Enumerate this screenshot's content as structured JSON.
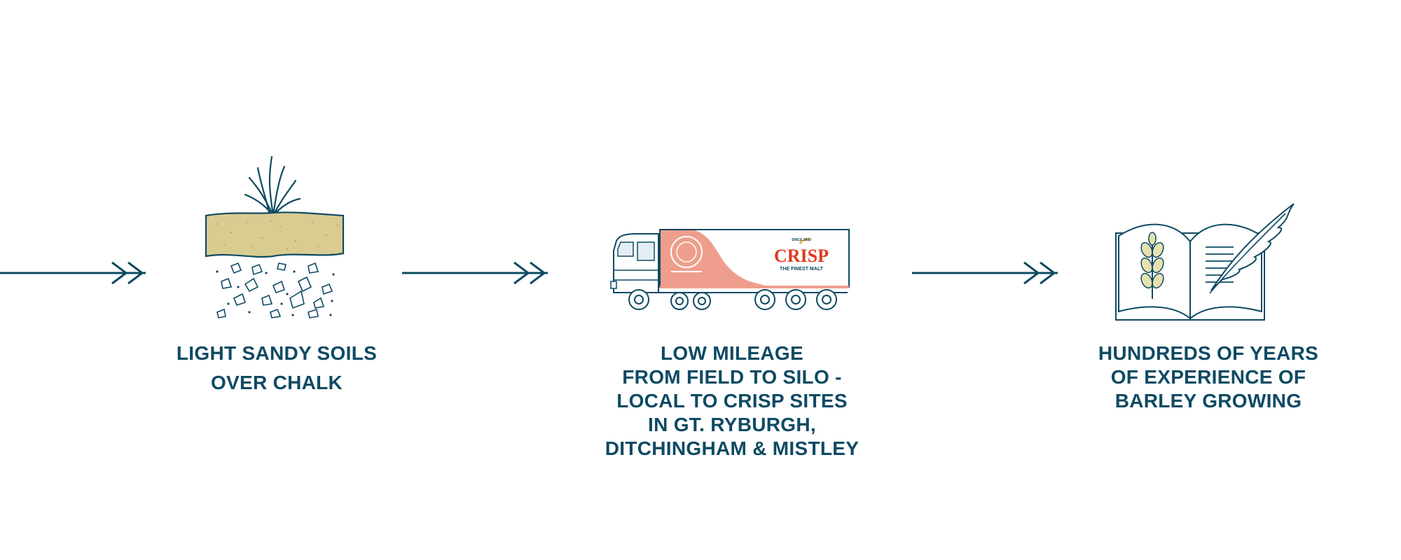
{
  "colors": {
    "navy": "#0e4a63",
    "sand": "#d9cc91",
    "salmon": "#ef9e8d",
    "crisp_red": "#e03a1e",
    "gold": "#e2b93b",
    "leaf": "#e7e1b0"
  },
  "steps": [
    {
      "icon": "soil-with-grass-icon",
      "caption": [
        "LIGHT SANDY SOILS",
        "OVER CHALK"
      ]
    },
    {
      "icon": "crisp-lorry-icon",
      "caption": [
        "LOW MILEAGE",
        "FROM FIELD TO SILO -",
        "LOCAL TO CRISP SITES",
        "IN GT. RYBURGH,",
        "DITCHINGHAM & MISTLEY"
      ]
    },
    {
      "icon": "book-with-quill-icon",
      "caption": [
        "HUNDREDS OF YEARS",
        "OF EXPERIENCE OF",
        "BARLEY GROWING"
      ]
    }
  ],
  "lorry_branding": {
    "brand": "CRISP",
    "tagline": "THE FINEST MALT",
    "since": "SINCE 1870"
  }
}
